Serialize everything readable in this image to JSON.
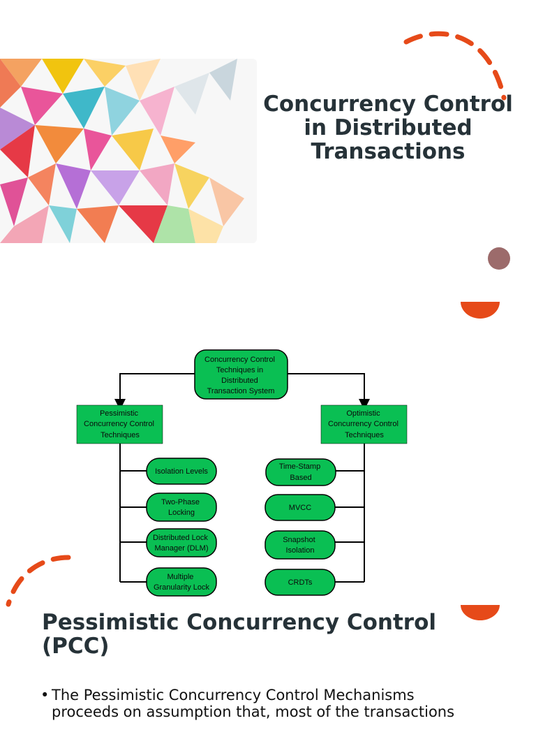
{
  "slide1": {
    "title": "Concurrency Control\nin Distributed\nTransactions",
    "accent_color": "#e64a19",
    "dot_color": "#9c6b6b"
  },
  "diagram": {
    "root": [
      "Concurrency Control",
      "Techniques in",
      "Distributed",
      "Transaction System"
    ],
    "pessimistic": {
      "label": [
        "Pessimistic",
        "Concurrency Control",
        "Techniques"
      ],
      "items": [
        [
          "Isolation Levels"
        ],
        [
          "Two-Phase",
          "Locking"
        ],
        [
          "Distributed Lock",
          "Manager (DLM)"
        ],
        [
          "Multiple",
          "Granularity Lock"
        ]
      ]
    },
    "optimistic": {
      "label": [
        "Optimistic",
        "Concurrency Control",
        "Techniques"
      ],
      "items": [
        [
          "Time-Stamp",
          "Based"
        ],
        [
          "MVCC"
        ],
        [
          "Snapshot",
          "Isolation"
        ],
        [
          "CRDTs"
        ]
      ]
    },
    "node_color": "#0abf53"
  },
  "slide2": {
    "heading": "Pessimistic Concurrency Control\n(PCC)",
    "bullet_marker": "•",
    "bullet": "The Pessimistic Concurrency Control Mechanisms\nproceeds on assumption that, most of the transactions"
  }
}
